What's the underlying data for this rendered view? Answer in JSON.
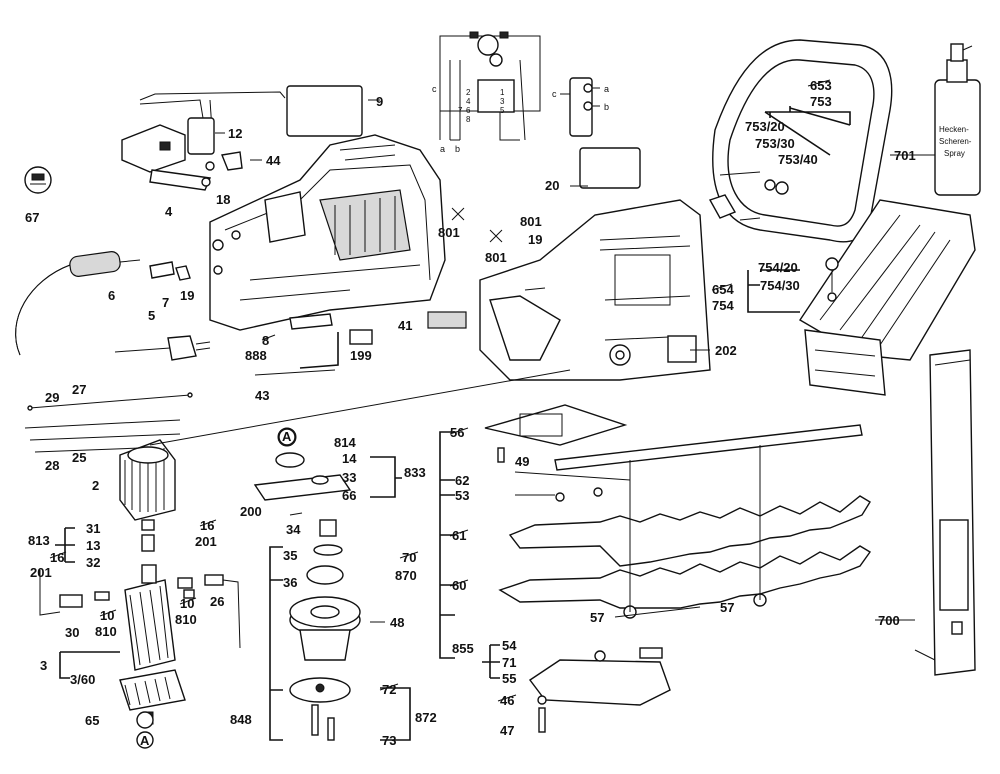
{
  "labels": {
    "p9": "9",
    "p12": "12",
    "p44": "44",
    "p4": "4",
    "p18": "18",
    "p67": "67",
    "p801a": "801",
    "p6": "6",
    "p7": "7",
    "p19a": "19",
    "p5": "5",
    "p8": "8",
    "p888": "888",
    "p199": "199",
    "p41": "41",
    "p43": "43",
    "p20": "20",
    "p801b": "801",
    "p19b": "19",
    "p801c": "801",
    "p202": "202",
    "p653": "653",
    "p753": "753",
    "p753_20": "753/20",
    "p753_30": "753/30",
    "p753_40": "753/40",
    "p701": "701",
    "p754_20": "754/20",
    "p654": "654",
    "p754_30": "754/30",
    "p754": "754",
    "p29": "29",
    "p27": "27",
    "p28": "28",
    "p25": "25",
    "p2": "2",
    "pA1": "A",
    "p814": "814",
    "p14": "14",
    "p833": "833",
    "p33": "33",
    "p66": "66",
    "p200": "200",
    "p34": "34",
    "p35": "35",
    "p36": "36",
    "p48": "48",
    "p813": "813",
    "p31": "31",
    "p13": "13",
    "p16a": "16",
    "p32": "32",
    "p16b": "16",
    "p201a": "201",
    "p201b": "201",
    "p10a": "10",
    "p810a": "810",
    "p10b": "10",
    "p810b": "810",
    "p26": "26",
    "p30": "30",
    "p3": "3",
    "p3_60": "3/60",
    "p65": "65",
    "pA2": "A",
    "p72": "72",
    "p848": "848",
    "p872": "872",
    "p73": "73",
    "p56": "56",
    "p49": "49",
    "p62": "62",
    "p53": "53",
    "p61": "61",
    "p70": "70",
    "p870": "870",
    "p60": "60",
    "p57a": "57",
    "p57b": "57",
    "p855": "855",
    "p54": "54",
    "p71": "71",
    "p55": "55",
    "p46": "46",
    "p47": "47",
    "p700": "700",
    "wa1": "a",
    "wb1": "b",
    "wc1": "c",
    "wc2": "c",
    "wa2": "a",
    "wb2": "b",
    "n1": "1",
    "n2": "2",
    "n3": "3",
    "n4": "4",
    "n5": "5",
    "n6": "6",
    "n7": "7",
    "n8": "8",
    "spray1": "Hecken-",
    "spray2": "Scheren-",
    "spray3": "Spray"
  }
}
